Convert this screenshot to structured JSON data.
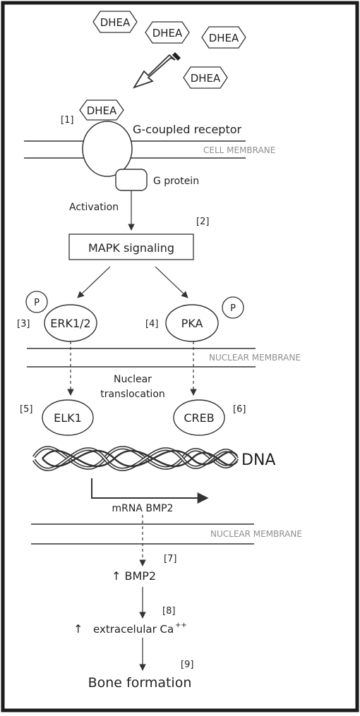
{
  "diagram": {
    "ligand": "DHEA",
    "receptor_label": "G-coupled receptor",
    "cell_membrane_label": "CELL MEMBRANE",
    "g_protein_label": "G protein",
    "activation_label": "Activation",
    "mapk_label": "MAPK signaling",
    "phospho_label": "P",
    "erk_label": "ERK1/2",
    "pka_label": "PKA",
    "nuclear_membrane_label": "NUCLEAR MEMBRANE",
    "nuclear_translocation_line1": "Nuclear",
    "nuclear_translocation_line2": "translocation",
    "elk1_label": "ELK1",
    "creb_label": "CREB",
    "dna_label": "DNA",
    "mrna_label": "mRNA BMP2",
    "bmp2_label": "↑ BMP2",
    "calcium_arrow": "↑",
    "calcium_text": "extracelular Ca",
    "calcium_superscript": "++",
    "bone_label": "Bone formation",
    "refs": [
      "[1]",
      "[2]",
      "[3]",
      "[4]",
      "[5]",
      "[6]",
      "[7]",
      "[8]",
      "[9]"
    ]
  }
}
